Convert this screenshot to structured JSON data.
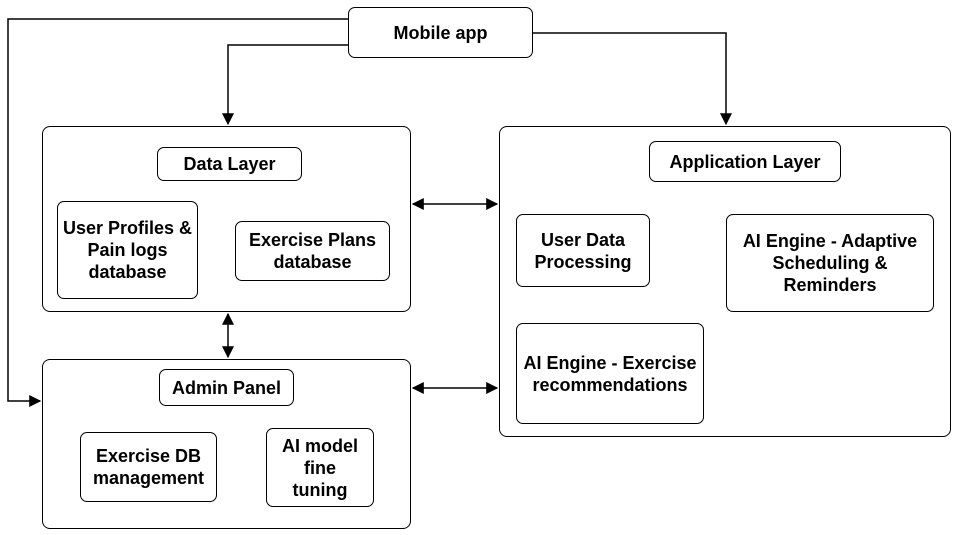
{
  "nodes": {
    "mobile_app": "Mobile app",
    "data_layer": "Data Layer",
    "user_profiles": "User Profiles & Pain logs database",
    "exercise_plans": "Exercise Plans database",
    "admin_panel": "Admin Panel",
    "exercise_db": "Exercise DB management",
    "ai_model": "AI model fine tuning",
    "application_layer": "Application Layer",
    "user_data_processing": "User Data Processing",
    "ai_scheduling": "AI Engine - Adaptive Scheduling & Reminders",
    "ai_recommendations": "AI Engine - Exercise recommendations"
  },
  "colors": {
    "stroke": "#000000",
    "fill": "#ffffff"
  }
}
